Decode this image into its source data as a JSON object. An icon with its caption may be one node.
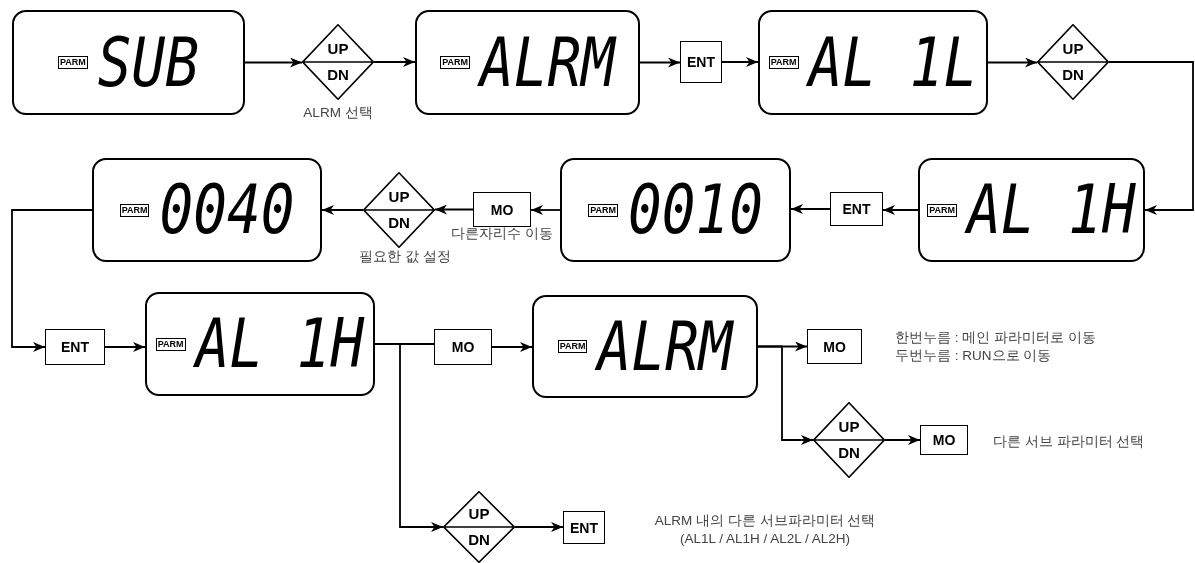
{
  "diagram": {
    "nodes": [
      {
        "text": [
          "PARM",
          "SUB"
        ]
      },
      {
        "text": [
          "UP",
          "DN"
        ],
        "beside": [
          "ALRM 선택"
        ]
      },
      {
        "text": [
          "PARM",
          "ALRM"
        ]
      },
      {
        "text": [
          "ENT"
        ]
      },
      {
        "text": [
          "PARM",
          "AL 1L"
        ]
      },
      {
        "text": [
          "UP",
          "DN"
        ]
      },
      {
        "text": [
          "PARM",
          "AL 1H"
        ]
      },
      {
        "text": [
          "ENT"
        ]
      },
      {
        "text": [
          "PARM",
          "0010"
        ]
      },
      {
        "text": [
          "MO"
        ],
        "beside": [
          "다른자리수 이동"
        ]
      },
      {
        "text": [
          "UP",
          "DN"
        ],
        "beside": [
          "필요한 값 설정"
        ]
      },
      {
        "text": [
          "PARM",
          "0040"
        ]
      },
      {
        "text": [
          "ENT"
        ]
      },
      {
        "text": [
          "PARM",
          "AL 1H"
        ]
      },
      {
        "text": [
          "MO"
        ]
      },
      {
        "text": [
          "PARM",
          "ALRM"
        ]
      },
      {
        "text": [
          "MO"
        ],
        "beside": [
          "한번누름 : 메인 파라미터로 이동",
          "두번누름 : RUN으로 이동"
        ]
      },
      {
        "text": [
          "UP",
          "DN"
        ]
      },
      {
        "text": [
          "MO"
        ],
        "beside": [
          "다른 서브 파라미터 선택"
        ]
      },
      {
        "text": [
          "UP",
          "DN"
        ]
      },
      {
        "text": [
          "ENT"
        ],
        "beside": [
          "ALRM 내의 다른 서브파라미터 선택",
          "(AL1L / AL1H / AL2L / AL2H)"
        ]
      }
    ],
    "edges": [
      {
        "from": 0,
        "to": 1,
        "arrow": "to"
      },
      {
        "from": 1,
        "to": 2,
        "arrow": "to"
      },
      {
        "from": 2,
        "to": 3,
        "arrow": "to"
      },
      {
        "from": 3,
        "to": 4,
        "arrow": "to"
      },
      {
        "from": 4,
        "to": 5,
        "arrow": "to"
      },
      {
        "from": 5,
        "to": 6,
        "arrow": "to"
      },
      {
        "from": 6,
        "to": 7,
        "arrow": "to"
      },
      {
        "from": 7,
        "to": 8,
        "arrow": "to"
      },
      {
        "from": 8,
        "to": 9,
        "arrow": "to"
      },
      {
        "from": 9,
        "to": 10,
        "arrow": "to"
      },
      {
        "from": 10,
        "to": 11,
        "arrow": "to"
      },
      {
        "from": 11,
        "to": 12,
        "arrow": "to"
      },
      {
        "from": 12,
        "to": 13,
        "arrow": "to"
      },
      {
        "from": 13,
        "to": 14,
        "arrow": "none"
      },
      {
        "from": 13,
        "to": 19,
        "arrow": "to"
      },
      {
        "from": 14,
        "to": 15,
        "arrow": "to"
      },
      {
        "from": 15,
        "to": 16,
        "arrow": "to"
      },
      {
        "from": 15,
        "to": 17,
        "arrow": "to"
      },
      {
        "from": 17,
        "to": 18,
        "arrow": "to"
      },
      {
        "from": 19,
        "to": 20,
        "arrow": "to"
      }
    ]
  }
}
